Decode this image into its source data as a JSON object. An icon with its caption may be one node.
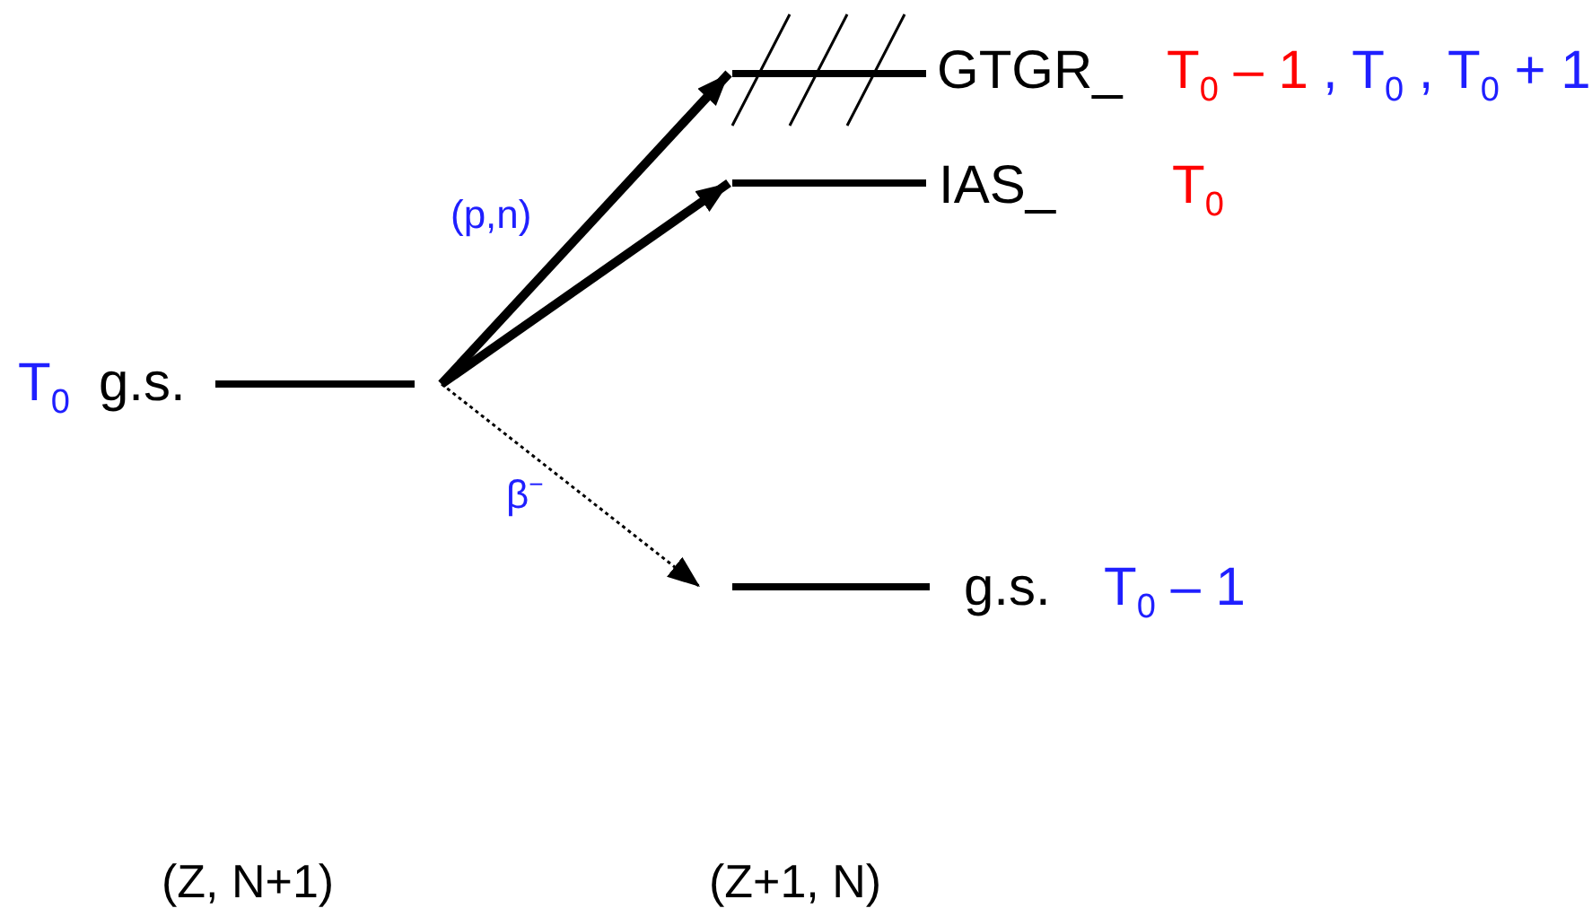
{
  "diagram": {
    "nodes": [
      {
        "text": [
          "T$_{0}$",
          "g.s."
        ]
      },
      {
        "text": [
          "GTGR_",
          "T$_{0}$ – 1",
          ", T$_{0}$ , T$_{0}$ + 1"
        ]
      },
      {
        "text": [
          "IAS_",
          "T$_{0}$"
        ]
      },
      {
        "text": [
          "g.s.",
          "T$_{0}$ – 1"
        ]
      }
    ],
    "edges": [
      {
        "from": 0,
        "to": 1,
        "arrow": "to",
        "label": "(p,n)"
      },
      {
        "from": 0,
        "to": 2,
        "arrow": "to"
      },
      {
        "from": 0,
        "to": 3,
        "arrow": "to",
        "label": "β$^{−}$",
        "style": "dashed"
      }
    ],
    "labels": [
      "(Z, N+1)",
      "(Z+1, N)"
    ]
  }
}
